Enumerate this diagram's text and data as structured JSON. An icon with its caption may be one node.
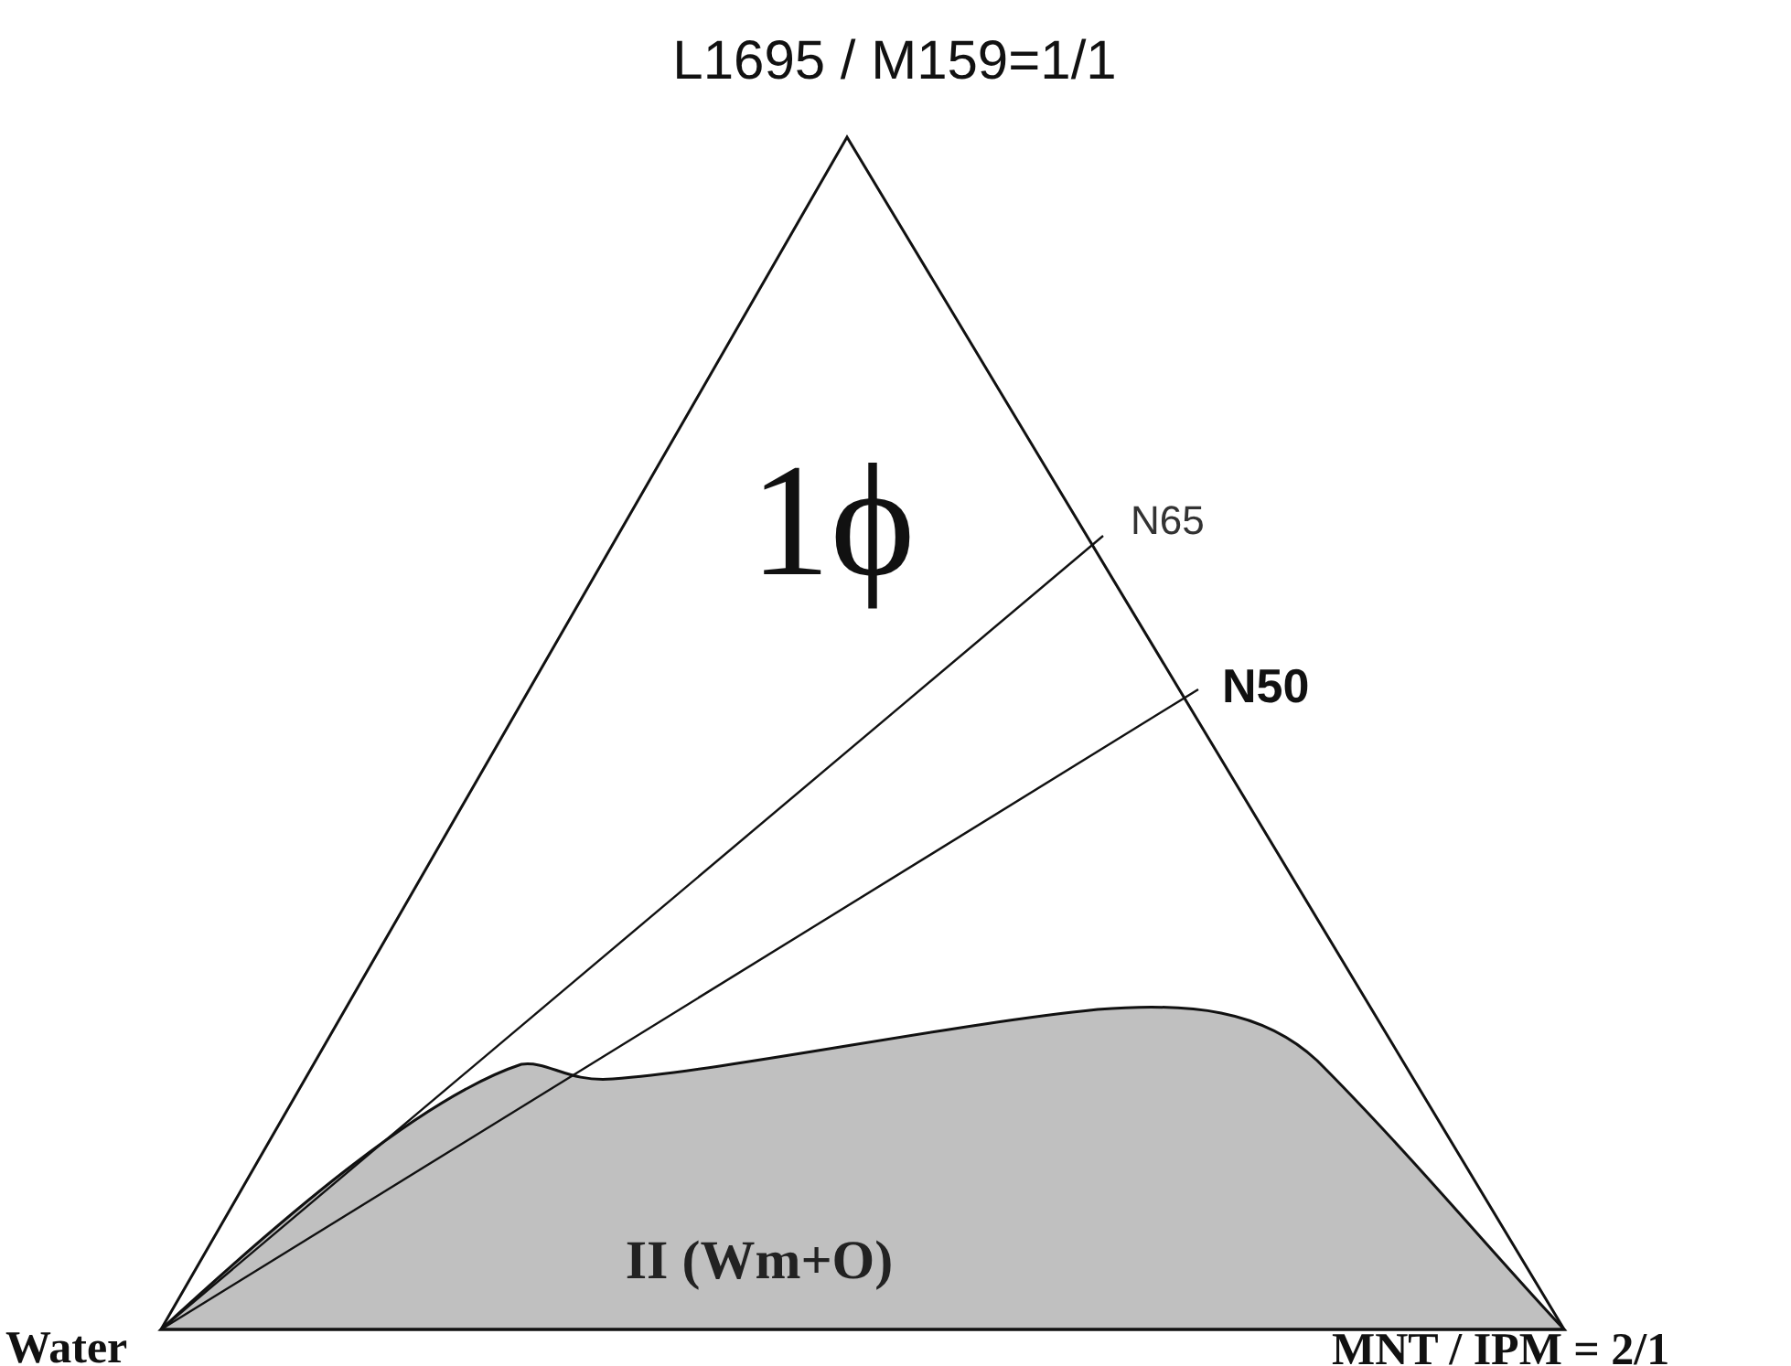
{
  "diagram": {
    "labels": [
      "L1695 / M159=1/1",
      "1ϕ",
      "N65",
      "N50",
      "II (Wm+O)",
      "Water",
      "MNT / IPM = 2/1"
    ]
  }
}
